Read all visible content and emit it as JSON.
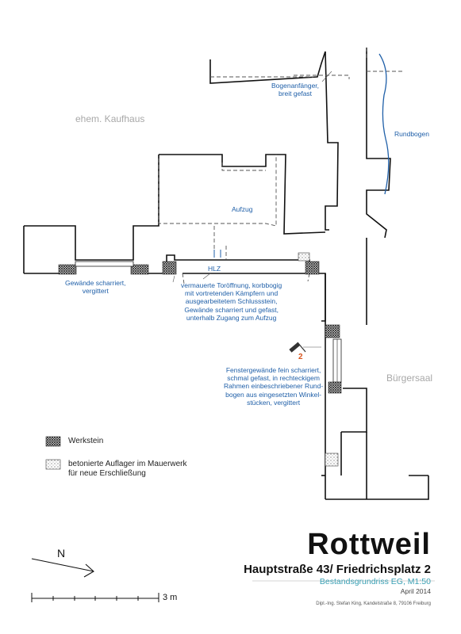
{
  "labels": {
    "ehem_kaufhaus": "ehem. Kaufhaus",
    "buergersaal": "Bürgersaal",
    "bogenanfaenger_line1": "Bogenanfänger,",
    "bogenanfaenger_line2": "breit gefast",
    "rundbogen": "Rundbogen",
    "aufzug": "Aufzug",
    "hlz": "HLZ",
    "gewaende_line1": "Gewände scharriert,",
    "gewaende_line2": "vergittert",
    "tor_line1": "vermauerte Toröffnung, korbbogig",
    "tor_line2": "mit vortretenden Kämpfern und",
    "tor_line3": "ausgearbeitetem Schlussstein,",
    "tor_line4": "Gewände scharriert und gefast,",
    "tor_line5": "unterhalb Zugang zum Aufzug",
    "marker_number": "2",
    "fenster_line1": "Fenstergewände fein scharriert,",
    "fenster_line2": "schmal gefast, in rechteckigem",
    "fenster_line3": "Rahmen einbeschriebener Rund-",
    "fenster_line4": "bogen aus eingesetzten Winkel-",
    "fenster_line5": "stücken, vergittert"
  },
  "legend": {
    "werkstein": "Werkstein",
    "betoniert_line1": "betonierte Auflager im Mauerwerk",
    "betoniert_line2": "für neue Erschließung"
  },
  "north_arrow": {
    "label": "N"
  },
  "scale_bar": {
    "label": "3 m"
  },
  "title_block": {
    "title": "Rottweil",
    "subtitle": "Hauptstraße 43/ Friedrichsplatz 2",
    "drawing_type": "Bestandsgrundriss EG, M1:50",
    "date": "April 2014",
    "credit": "Dipl.-Ing. Stefan King, Kandelstraße 8, 79106 Freiburg"
  },
  "colors": {
    "annotation_blue": "#1f5fa8",
    "room_label_grey": "#a8a8a8",
    "marker_orange": "#d9561f",
    "drawing_type_teal": "#3aa0b4",
    "wall_black": "#111111"
  }
}
